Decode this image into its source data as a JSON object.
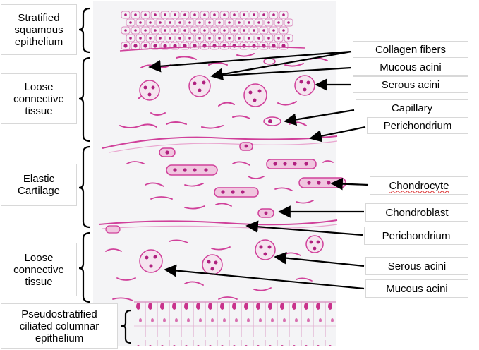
{
  "left_labels": [
    {
      "id": "stratified",
      "text": "Stratified\nsquamous\nepithelium"
    },
    {
      "id": "loose1",
      "text": "Loose\nconnective\ntissue"
    },
    {
      "id": "elastic",
      "text": "Elastic\nCartilage"
    },
    {
      "id": "loose2",
      "text": "Loose\nconnective\ntissue"
    },
    {
      "id": "pseudo",
      "text": "Pseudostratified\nciliated columnar\nepithelium"
    }
  ],
  "right_labels": [
    {
      "id": "collagen",
      "text": "Collagen fibers"
    },
    {
      "id": "mucous1",
      "text": "Mucous acini"
    },
    {
      "id": "serous1",
      "text": "Serous acini"
    },
    {
      "id": "capillary",
      "text": "Capillary"
    },
    {
      "id": "perichondrium1",
      "text": "Perichondrium"
    },
    {
      "id": "chondrocyte",
      "text": "Chondrocyte"
    },
    {
      "id": "chondroblast",
      "text": "Chondroblast"
    },
    {
      "id": "perichondrium2",
      "text": "Perichondrium"
    },
    {
      "id": "serous2",
      "text": "Serous acini"
    },
    {
      "id": "mucous2",
      "text": "Mucous acini"
    }
  ],
  "colors": {
    "stain": "#d0409a",
    "stain_light": "#e9a6cf",
    "nucleus": "#b0207f",
    "tissue_bg": "#f3f3f5",
    "arrow": "#000000"
  }
}
